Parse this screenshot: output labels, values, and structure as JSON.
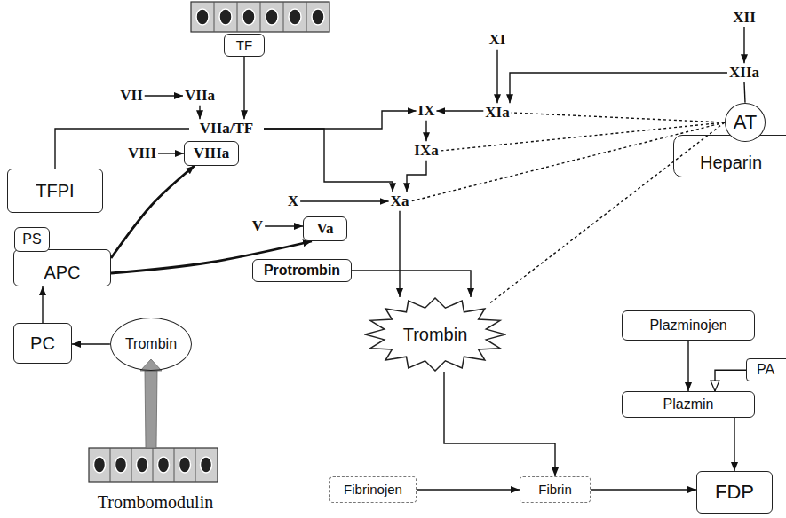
{
  "diagram": {
    "nodes": [
      {
        "text": [
          "TF"
        ]
      },
      {
        "text": [
          "VII"
        ]
      },
      {
        "text": [
          "VIIa"
        ]
      },
      {
        "text": [
          "VIIa/TF"
        ]
      },
      {
        "text": [
          "TFPI"
        ]
      },
      {
        "text": [
          "IX"
        ]
      },
      {
        "text": [
          "XI"
        ]
      },
      {
        "text": [
          "XII"
        ]
      },
      {
        "text": [
          "XIIa"
        ]
      },
      {
        "text": [
          "XIa"
        ]
      },
      {
        "text": [
          "IXa"
        ]
      },
      {
        "text": [
          "VIII"
        ]
      },
      {
        "text": [
          "VIIIa"
        ]
      },
      {
        "text": [
          "X"
        ]
      },
      {
        "text": [
          "Xa"
        ]
      },
      {
        "text": [
          "Heparin"
        ]
      },
      {
        "text": [
          "AT"
        ],
        "in": 15
      },
      {
        "text": [
          "V"
        ]
      },
      {
        "text": [
          "Va"
        ]
      },
      {
        "text": [
          "PS"
        ]
      },
      {
        "text": [
          "APC"
        ]
      },
      {
        "text": [
          "Protrombin"
        ]
      },
      {
        "text": [
          "Trombin"
        ]
      },
      {
        "text": [
          "Plazminojen"
        ]
      },
      {
        "text": [
          "PA"
        ]
      },
      {
        "text": [
          "Plazmin"
        ]
      },
      {
        "text": [
          "PC"
        ]
      },
      {
        "text": [
          "Trombin"
        ]
      },
      {
        "text": [
          "Fibrinojen"
        ]
      },
      {
        "text": [
          "Fibrin"
        ]
      },
      {
        "text": [
          "FDP"
        ]
      }
    ],
    "edges": [
      {
        "from": 1,
        "to": 2,
        "arrow": "to"
      },
      {
        "from": 2,
        "to": 3,
        "arrow": "to"
      },
      {
        "from": 0,
        "to": 3,
        "arrow": "to"
      },
      {
        "from": 4,
        "to": 3,
        "arrow": "none"
      },
      {
        "from": 3,
        "to": 5,
        "arrow": "to"
      },
      {
        "from": 9,
        "to": 5,
        "arrow": "to"
      },
      {
        "from": 5,
        "to": 10,
        "arrow": "to"
      },
      {
        "from": 6,
        "to": 9,
        "arrow": "to"
      },
      {
        "from": 7,
        "to": 8,
        "arrow": "to"
      },
      {
        "from": 8,
        "to": 9,
        "arrow": "to"
      },
      {
        "from": 3,
        "to": 14,
        "arrow": "to"
      },
      {
        "from": 10,
        "to": 14,
        "arrow": "to"
      },
      {
        "from": 13,
        "to": 14,
        "arrow": "to"
      },
      {
        "from": 11,
        "to": 12,
        "arrow": "to"
      },
      {
        "from": 20,
        "to": 12,
        "arrow": "to"
      },
      {
        "from": 17,
        "to": 18,
        "arrow": "to"
      },
      {
        "from": 20,
        "to": 18,
        "arrow": "to"
      },
      {
        "from": 14,
        "to": 22,
        "arrow": "to"
      },
      {
        "from": 21,
        "to": 22,
        "arrow": "to"
      },
      {
        "from": 16,
        "to": 8,
        "arrow": "none"
      },
      {
        "from": 16,
        "to": 9,
        "arrow": "none"
      },
      {
        "from": 16,
        "to": 10,
        "arrow": "none"
      },
      {
        "from": 16,
        "to": 14,
        "arrow": "none"
      },
      {
        "from": 16,
        "to": 22,
        "arrow": "none"
      },
      {
        "from": 27,
        "to": 26,
        "arrow": "to"
      },
      {
        "from": 26,
        "to": 20,
        "arrow": "to"
      },
      {
        "from": 22,
        "to": 29,
        "arrow": "to"
      },
      {
        "from": 28,
        "to": 29,
        "arrow": "to"
      },
      {
        "from": 29,
        "to": 30,
        "arrow": "to"
      },
      {
        "from": 23,
        "to": 25,
        "arrow": "to"
      },
      {
        "from": 24,
        "to": 25,
        "arrow": "to"
      },
      {
        "from": 25,
        "to": 30,
        "arrow": "to"
      }
    ],
    "labels": [
      "Trombomodulin"
    ]
  }
}
